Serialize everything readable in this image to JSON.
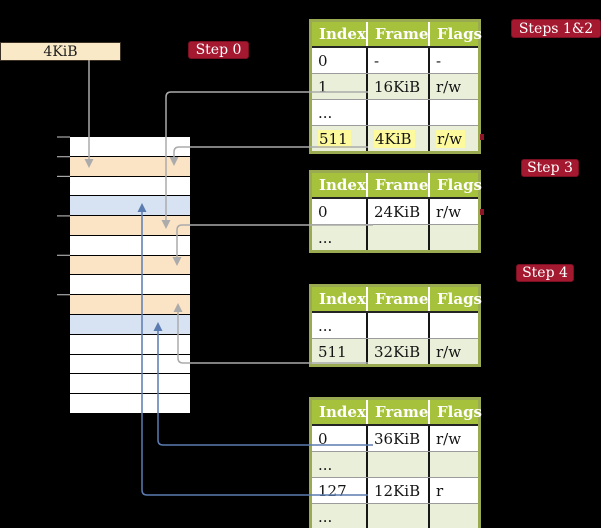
{
  "register": {
    "label": "4KiB"
  },
  "badges": {
    "step0": "Step 0",
    "steps12": "Steps 1&2",
    "step3": "Step 3",
    "step4": "Step 4"
  },
  "tables": [
    {
      "headers": [
        "Index",
        "Frame",
        "Flags"
      ],
      "rows": [
        {
          "index": "0",
          "frame": "-",
          "flags": "-"
        },
        {
          "index": "1",
          "frame": "16KiB",
          "flags": "r/w"
        },
        {
          "index": "...",
          "frame": "",
          "flags": ""
        },
        {
          "index": "511",
          "frame": "4KiB",
          "flags": "r/w",
          "highlighted": true
        }
      ]
    },
    {
      "headers": [
        "Index",
        "Frame",
        "Flags"
      ],
      "rows": [
        {
          "index": "0",
          "frame": "24KiB",
          "flags": "r/w"
        },
        {
          "index": "...",
          "frame": "",
          "flags": ""
        }
      ]
    },
    {
      "headers": [
        "Index",
        "Frame",
        "Flags"
      ],
      "rows": [
        {
          "index": "...",
          "frame": "",
          "flags": ""
        },
        {
          "index": "511",
          "frame": "32KiB",
          "flags": "r/w"
        }
      ]
    },
    {
      "headers": [
        "Index",
        "Frame",
        "Flags"
      ],
      "rows": [
        {
          "index": "0",
          "frame": "36KiB",
          "flags": "r/w"
        },
        {
          "index": "...",
          "frame": "",
          "flags": ""
        },
        {
          "index": "127",
          "frame": "12KiB",
          "flags": "r"
        },
        {
          "index": "...",
          "frame": "",
          "flags": ""
        }
      ]
    }
  ],
  "memory": {
    "rows": [
      {
        "type": "free"
      },
      {
        "type": "page-table"
      },
      {
        "type": "free"
      },
      {
        "type": "data"
      },
      {
        "type": "page-table"
      },
      {
        "type": "free"
      },
      {
        "type": "page-table"
      },
      {
        "type": "free"
      },
      {
        "type": "page-table"
      },
      {
        "type": "data"
      },
      {
        "type": "free"
      },
      {
        "type": "free"
      },
      {
        "type": "free"
      },
      {
        "type": "free"
      }
    ]
  },
  "colors": {
    "background": "#000000",
    "badge_red": "#a51930",
    "table_header_green": "#a6c23d",
    "table_row_green": "#e9efd8",
    "table_border_green": "#9aaa51",
    "highlight_yellow": "#fdfa9e",
    "register_cream": "#f9e9c6",
    "frame_page_table_peach": "#fbe3c6",
    "frame_data_blue": "#d7e2f2",
    "connector_gray": "#ababab",
    "connector_blue": "#5b7cb0"
  }
}
